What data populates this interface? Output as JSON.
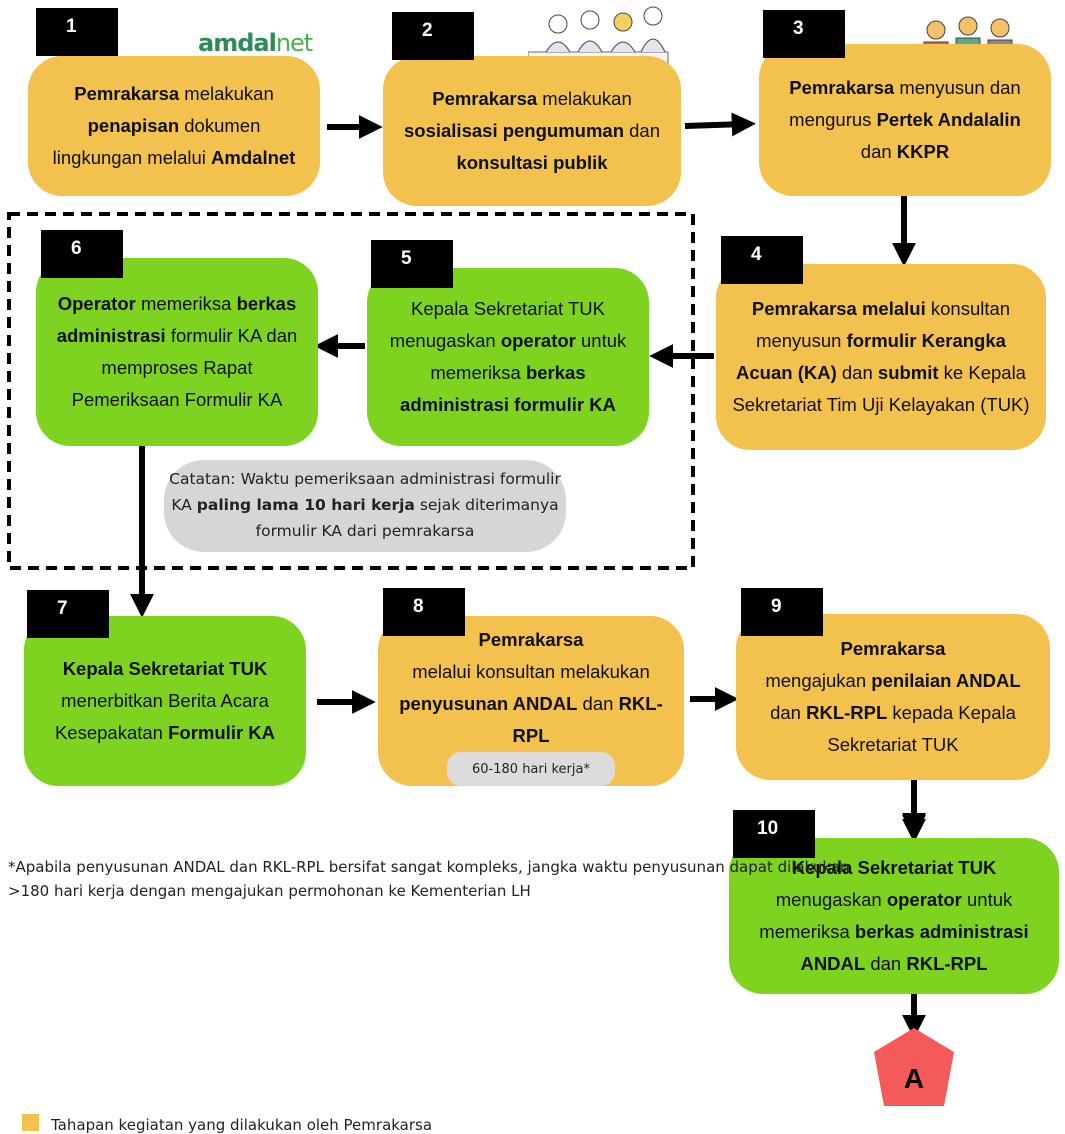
{
  "steps": [
    {
      "num": "1",
      "color": "yellow",
      "html": "<b>Pemrakarsa</b> melakukan <b>penapisan</b> dokumen lingkungan melalui <b>Amdalnet</b>"
    },
    {
      "num": "2",
      "color": "yellow",
      "html": "<b>Pemrakarsa</b> melakukan <b>sosialisasi pengumuman</b> dan <b>konsultasi publik</b>"
    },
    {
      "num": "3",
      "color": "yellow",
      "html": "<b>Pemrakarsa</b> menyusun dan mengurus <b>Pertek Andalalin</b> dan <b>KKPR</b>"
    },
    {
      "num": "4",
      "color": "yellow",
      "html": "<b>Pemrakarsa melalui</b> konsultan menyusun <b>formulir Kerangka Acuan (KA)</b> dan <b>submit</b> ke Kepala Sekretariat Tim Uji Kelayakan (TUK)"
    },
    {
      "num": "5",
      "color": "green",
      "html": "Kepala Sekretariat TUK menugaskan <b>operator</b> untuk memeriksa <b>berkas administrasi formulir KA</b>"
    },
    {
      "num": "6",
      "color": "green",
      "html": "<b>Operator</b> memeriksa <b>berkas administrasi</b> formulir KA dan memproses Rapat Pemeriksaan Formulir KA"
    },
    {
      "num": "7",
      "color": "green",
      "html": "<b>Kepala Sekretariat TUK</b> menerbitkan Berita Acara Kesepakatan <b>Formulir KA</b>"
    },
    {
      "num": "8",
      "color": "yellow",
      "html": "<b>Pemrakarsa</b><br>melalui konsultan melakukan <b>penyusunan ANDAL</b> dan <b>RKL-RPL</b>"
    },
    {
      "num": "9",
      "color": "yellow",
      "html": "<b>Pemrakarsa</b><br>mengajukan <b>penilaian ANDAL</b> dan <b>RKL-RPL</b> kepada Kepala Sekretariat TUK"
    },
    {
      "num": "10",
      "color": "green",
      "html": "<b>Kepala Sekretariat TUK</b> menugaskan <b>operator</b> untuk memeriksa <b>berkas administrasi ANDAL</b> dan <b>RKL-RPL</b>"
    }
  ],
  "note_ka": "Catatan: Waktu pemeriksaan administrasi formulir KA <b>paling lama 10 hari kerja</b> sejak diterimanya formulir KA dari pemrakarsa",
  "duration_pill": "60-180 hari kerja*",
  "end_label": "A",
  "logo": {
    "main": "amdal",
    "suffix": "net"
  },
  "footnote": "*Apabila penyusunan ANDAL dan RKL-RPL bersifat sangat kompleks, jangka waktu penyusunan dapat dilakukan >180 hari kerja dengan mengajukan permohonan ke Kementerian LH",
  "legend": {
    "label": "Tahapan kegiatan yang dilakukan oleh Pemrakarsa",
    "color": "#f2c14e"
  },
  "colors": {
    "yellow": "#f2c14e",
    "green": "#7ed321",
    "connector": "#000000",
    "end": "#f55a5a"
  }
}
